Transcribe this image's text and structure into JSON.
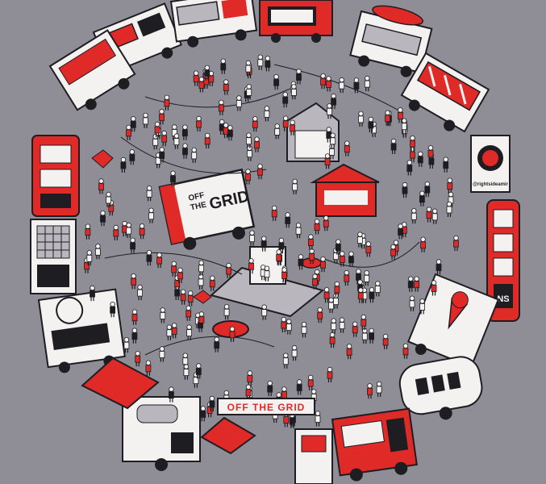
{
  "scene": {
    "banner_text": "OFF THE GRID",
    "truck_logo_top": "OFF",
    "truck_logo_bottom": "THE",
    "truck_logo_word": "GRID",
    "signature": "@rightsideamir",
    "van_sign": "NS"
  },
  "colors": {
    "background": "#8f8d96",
    "red": "#e02a27",
    "white": "#f4f2f0",
    "ink": "#1e1d22",
    "grey": "#b9b7bd"
  }
}
